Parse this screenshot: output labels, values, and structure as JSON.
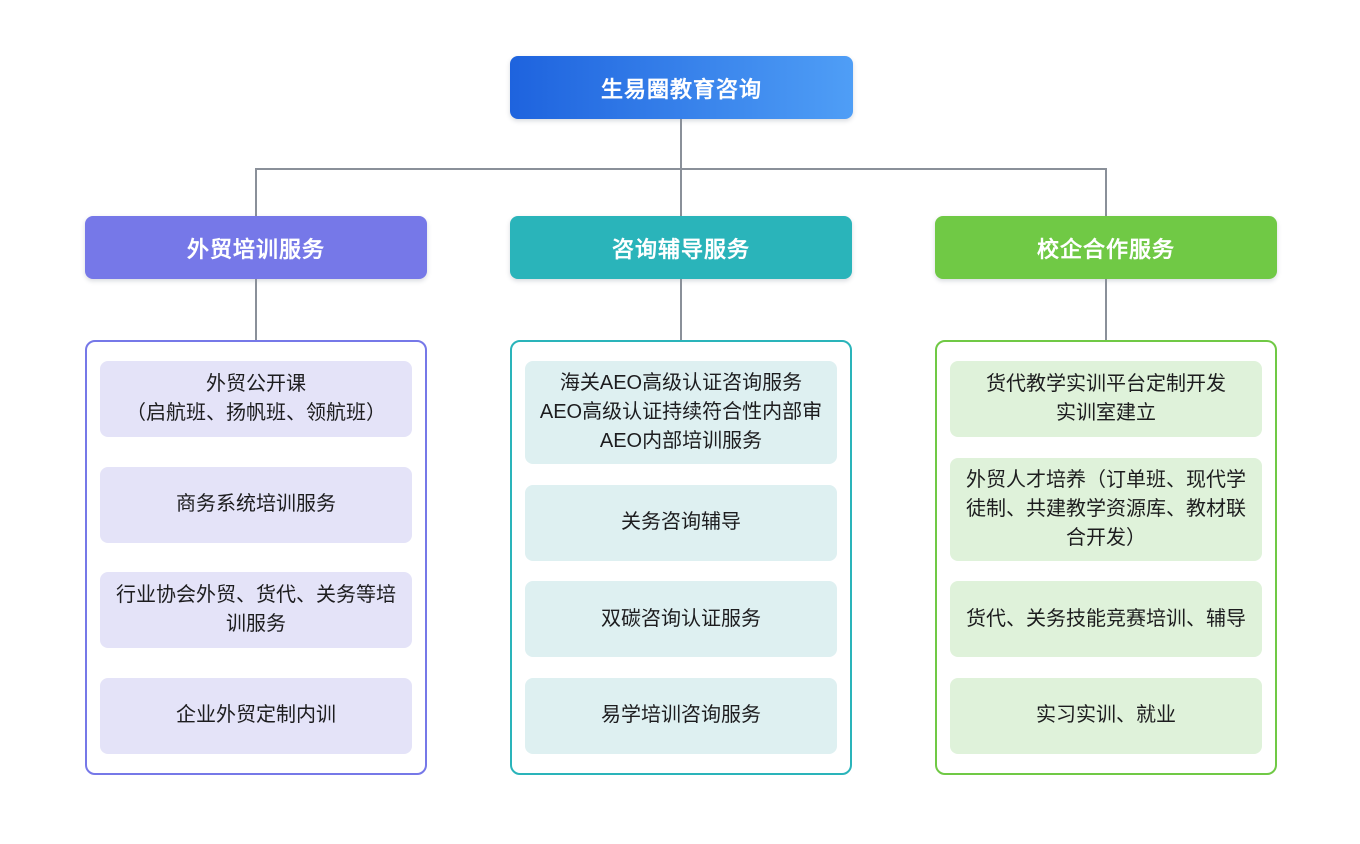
{
  "root": {
    "label": "生易圈教育咨询"
  },
  "branches": [
    {
      "label": "外贸培训服务",
      "items": [
        "外贸公开课\n（启航班、扬帆班、领航班）",
        "商务系统培训服务",
        "行业协会外贸、货代、关务等培\n训服务",
        "企业外贸定制内训"
      ]
    },
    {
      "label": "咨询辅导服务",
      "items": [
        "海关AEO高级认证咨询服务\nAEO高级认证持续符合性内部审\nAEO内部培训服务",
        "关务咨询辅导",
        "双碳咨询认证服务",
        "易学培训咨询服务"
      ]
    },
    {
      "label": "校企合作服务",
      "items": [
        "货代教学实训平台定制开发\n实训室建立",
        "外贸人才培养（订单班、现代学\n徒制、共建教学资源库、教材联\n合开发）",
        "货代、关务技能竞赛培训、辅导",
        "实习实训、就业"
      ]
    }
  ],
  "theme": {
    "root_bg_start": "#1e63de",
    "root_bg_end": "#4f9ef6",
    "branch1": "#7678e8",
    "branch1_light": "#e4e3f8",
    "branch2": "#2ab4ba",
    "branch2_light": "#def0f1",
    "branch3": "#70c945",
    "branch3_light": "#dff2da",
    "connector": "#8a9099",
    "text_dark": "#1d1d1f",
    "text_light": "#ffffff"
  }
}
